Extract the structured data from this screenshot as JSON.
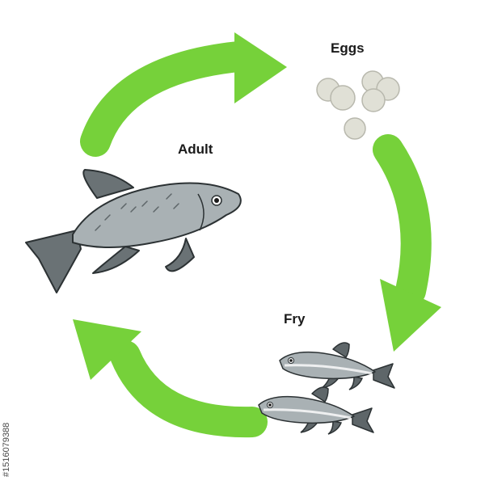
{
  "stages": {
    "eggs": "Eggs",
    "adult": "Adult",
    "fry": "Fry"
  },
  "stock_id": "#1516079388",
  "colors": {
    "arrow": "#76d13a",
    "fish_body": "#a9b1b4",
    "fish_fin": "#6a7275",
    "fish_outline": "#2c3234",
    "egg": "#e0e0d6"
  },
  "icons": [
    "adult-fish-icon",
    "egg-cluster-icon",
    "fry-fish-icon"
  ]
}
